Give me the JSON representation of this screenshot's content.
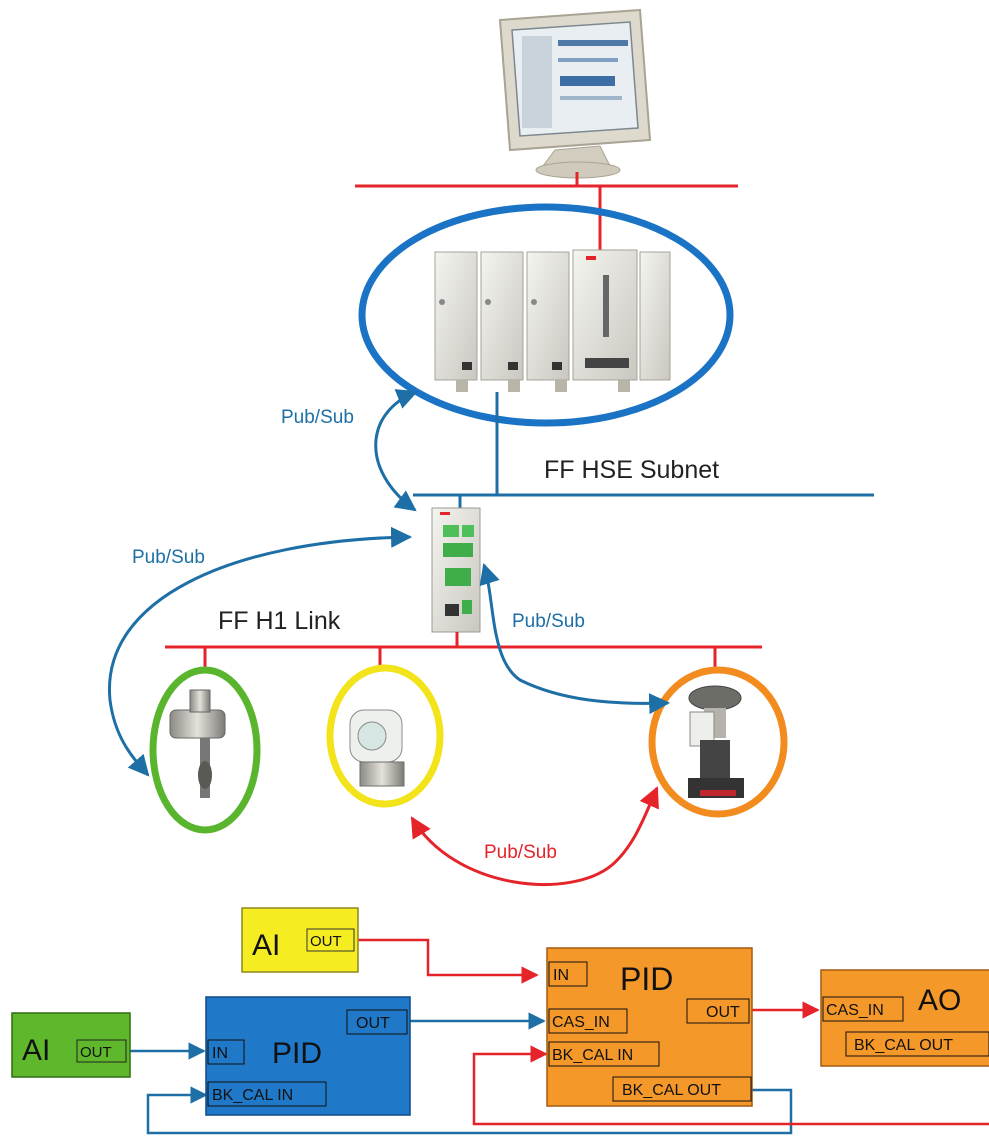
{
  "network": {
    "hse_label": "FF HSE Subnet",
    "h1_label": "FF H1 Link",
    "pubsub_controller": "Pub/Sub",
    "pubsub_h1_left": "Pub/Sub",
    "pubsub_h1_right": "Pub/Sub",
    "pubsub_devices": "Pub/Sub"
  },
  "blocks": {
    "ai_yellow": {
      "title": "AI",
      "out": "OUT"
    },
    "ai_green": {
      "title": "AI",
      "out": "OUT"
    },
    "pid_blue": {
      "title": "PID",
      "out": "OUT",
      "in": "IN",
      "bkcal_in": "BK_CAL IN"
    },
    "pid_orange": {
      "title": "PID",
      "in": "IN",
      "out": "OUT",
      "cas_in": "CAS_IN",
      "bkcal_in": "BK_CAL IN",
      "bkcal_out": "BK_CAL OUT"
    },
    "ao_orange": {
      "title": "AO",
      "cas_in": "CAS_IN",
      "bkcal_out": "BK_CAL OUT"
    }
  },
  "colors": {
    "red_line": "#e5242a",
    "blue_line": "#1d6fa5",
    "blue_ring": "#1a73c4",
    "green_ring": "#5ab52e",
    "yellow_ring": "#f2e31b",
    "orange_ring": "#f28c1e",
    "yellow_block": "#f5ec22",
    "green_block": "#5fb82c",
    "blue_block": "#1f78c8",
    "orange_block": "#f5982a"
  }
}
